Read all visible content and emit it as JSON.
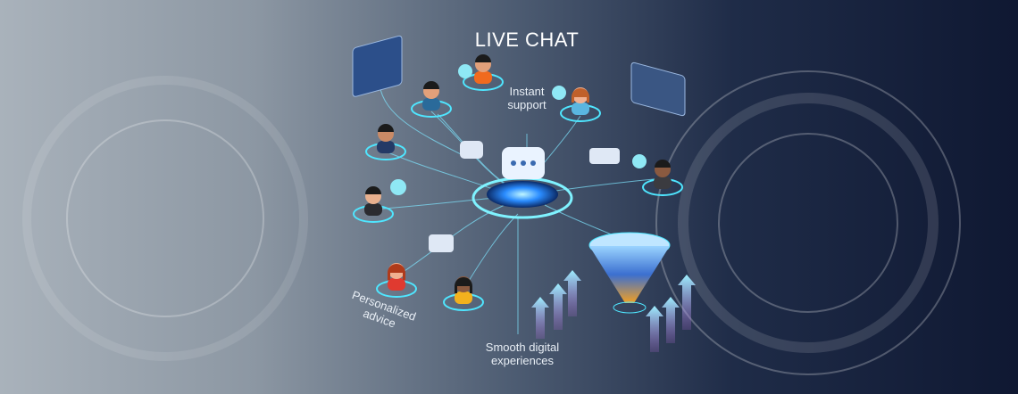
{
  "title": "LIVE CHAT",
  "labels": {
    "instant": [
      "Instant",
      "support"
    ],
    "personalized": [
      "Personalized",
      "advice"
    ],
    "smooth": [
      "Smooth digital",
      "experiences"
    ]
  },
  "colors": {
    "glow": "#39e0ff",
    "hub": "#1e7bff",
    "funnel_top": "#7fc8ff",
    "funnel_bottom": "#f2a023"
  }
}
